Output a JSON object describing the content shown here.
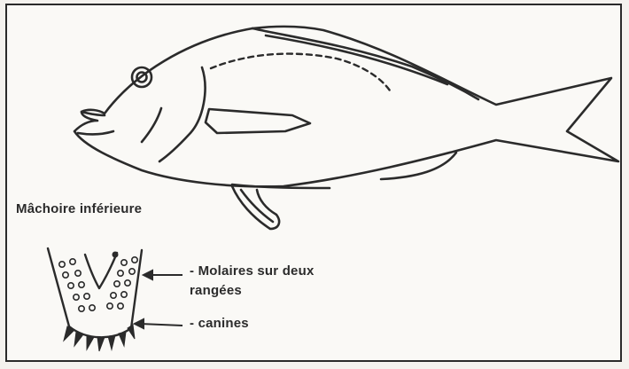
{
  "labels": {
    "jaw": "Mâchoire inférieure",
    "molars_line1": "- Molaires  sur deux",
    "molars_line2": "rangées",
    "canines": "- canines"
  },
  "colors": {
    "ink": "#2b2b2b",
    "paper": "#faf9f6"
  }
}
